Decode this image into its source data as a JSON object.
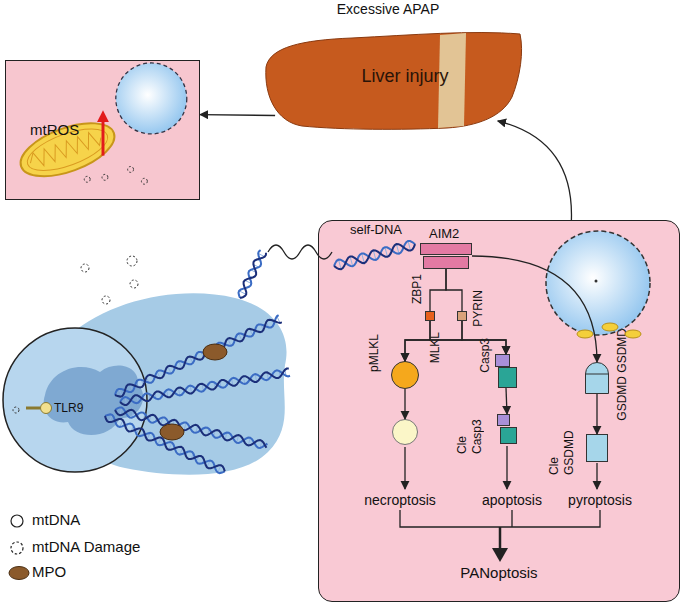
{
  "diagram": {
    "nodes": [
      {
        "text": [
          "Excessive APAP",
          "Liver injury"
        ]
      },
      {
        "text": [
          "mtROS"
        ]
      },
      {
        "text": [
          "TLR9"
        ]
      },
      {
        "text": [
          "PANoptosis"
        ]
      },
      {
        "text": [
          "AIM2"
        ],
        "in": 3
      },
      {
        "text": [
          "ZBP1"
        ],
        "in": 3
      },
      {
        "text": [
          "PYRIN"
        ],
        "in": 3
      },
      {
        "text": [
          "MLKL"
        ],
        "in": 3
      },
      {
        "text": [
          "pMLKL"
        ],
        "in": 3
      },
      {
        "text": [
          "Casp3"
        ],
        "in": 3
      },
      {
        "text": [
          "Cle Casp3"
        ],
        "in": 3
      },
      {
        "text": [
          "GSDMD GSDMD"
        ],
        "in": 3
      },
      {
        "text": [
          "Cle GSDMD"
        ],
        "in": 3
      }
    ],
    "edges": [
      {
        "from": 3,
        "to": 0,
        "arrow": "to"
      },
      {
        "from": 0,
        "to": 1,
        "arrow": "to"
      },
      {
        "from": 4,
        "to": 5,
        "arrow": "none"
      },
      {
        "from": 4,
        "to": 6,
        "arrow": "none"
      },
      {
        "from": 5,
        "to": 7,
        "arrow": "to"
      },
      {
        "from": 5,
        "to": 9,
        "arrow": "to"
      },
      {
        "from": 6,
        "to": 7,
        "arrow": "to"
      },
      {
        "from": 6,
        "to": 9,
        "arrow": "to"
      },
      {
        "from": 4,
        "to": 11,
        "arrow": "to"
      },
      {
        "from": 7,
        "to": 8,
        "arrow": "to"
      },
      {
        "from": 9,
        "to": 10,
        "arrow": "to"
      },
      {
        "from": 11,
        "to": 12,
        "arrow": "to"
      }
    ],
    "labels": [
      "self-DNA",
      "necroptosis",
      "apoptosis",
      "pyroptosis"
    ],
    "legend": [
      {
        "text": "mtDNA"
      },
      {
        "text": "mtDNA Damage"
      },
      {
        "text": "MPO",
        "color": "#8b5a2b"
      }
    ]
  }
}
